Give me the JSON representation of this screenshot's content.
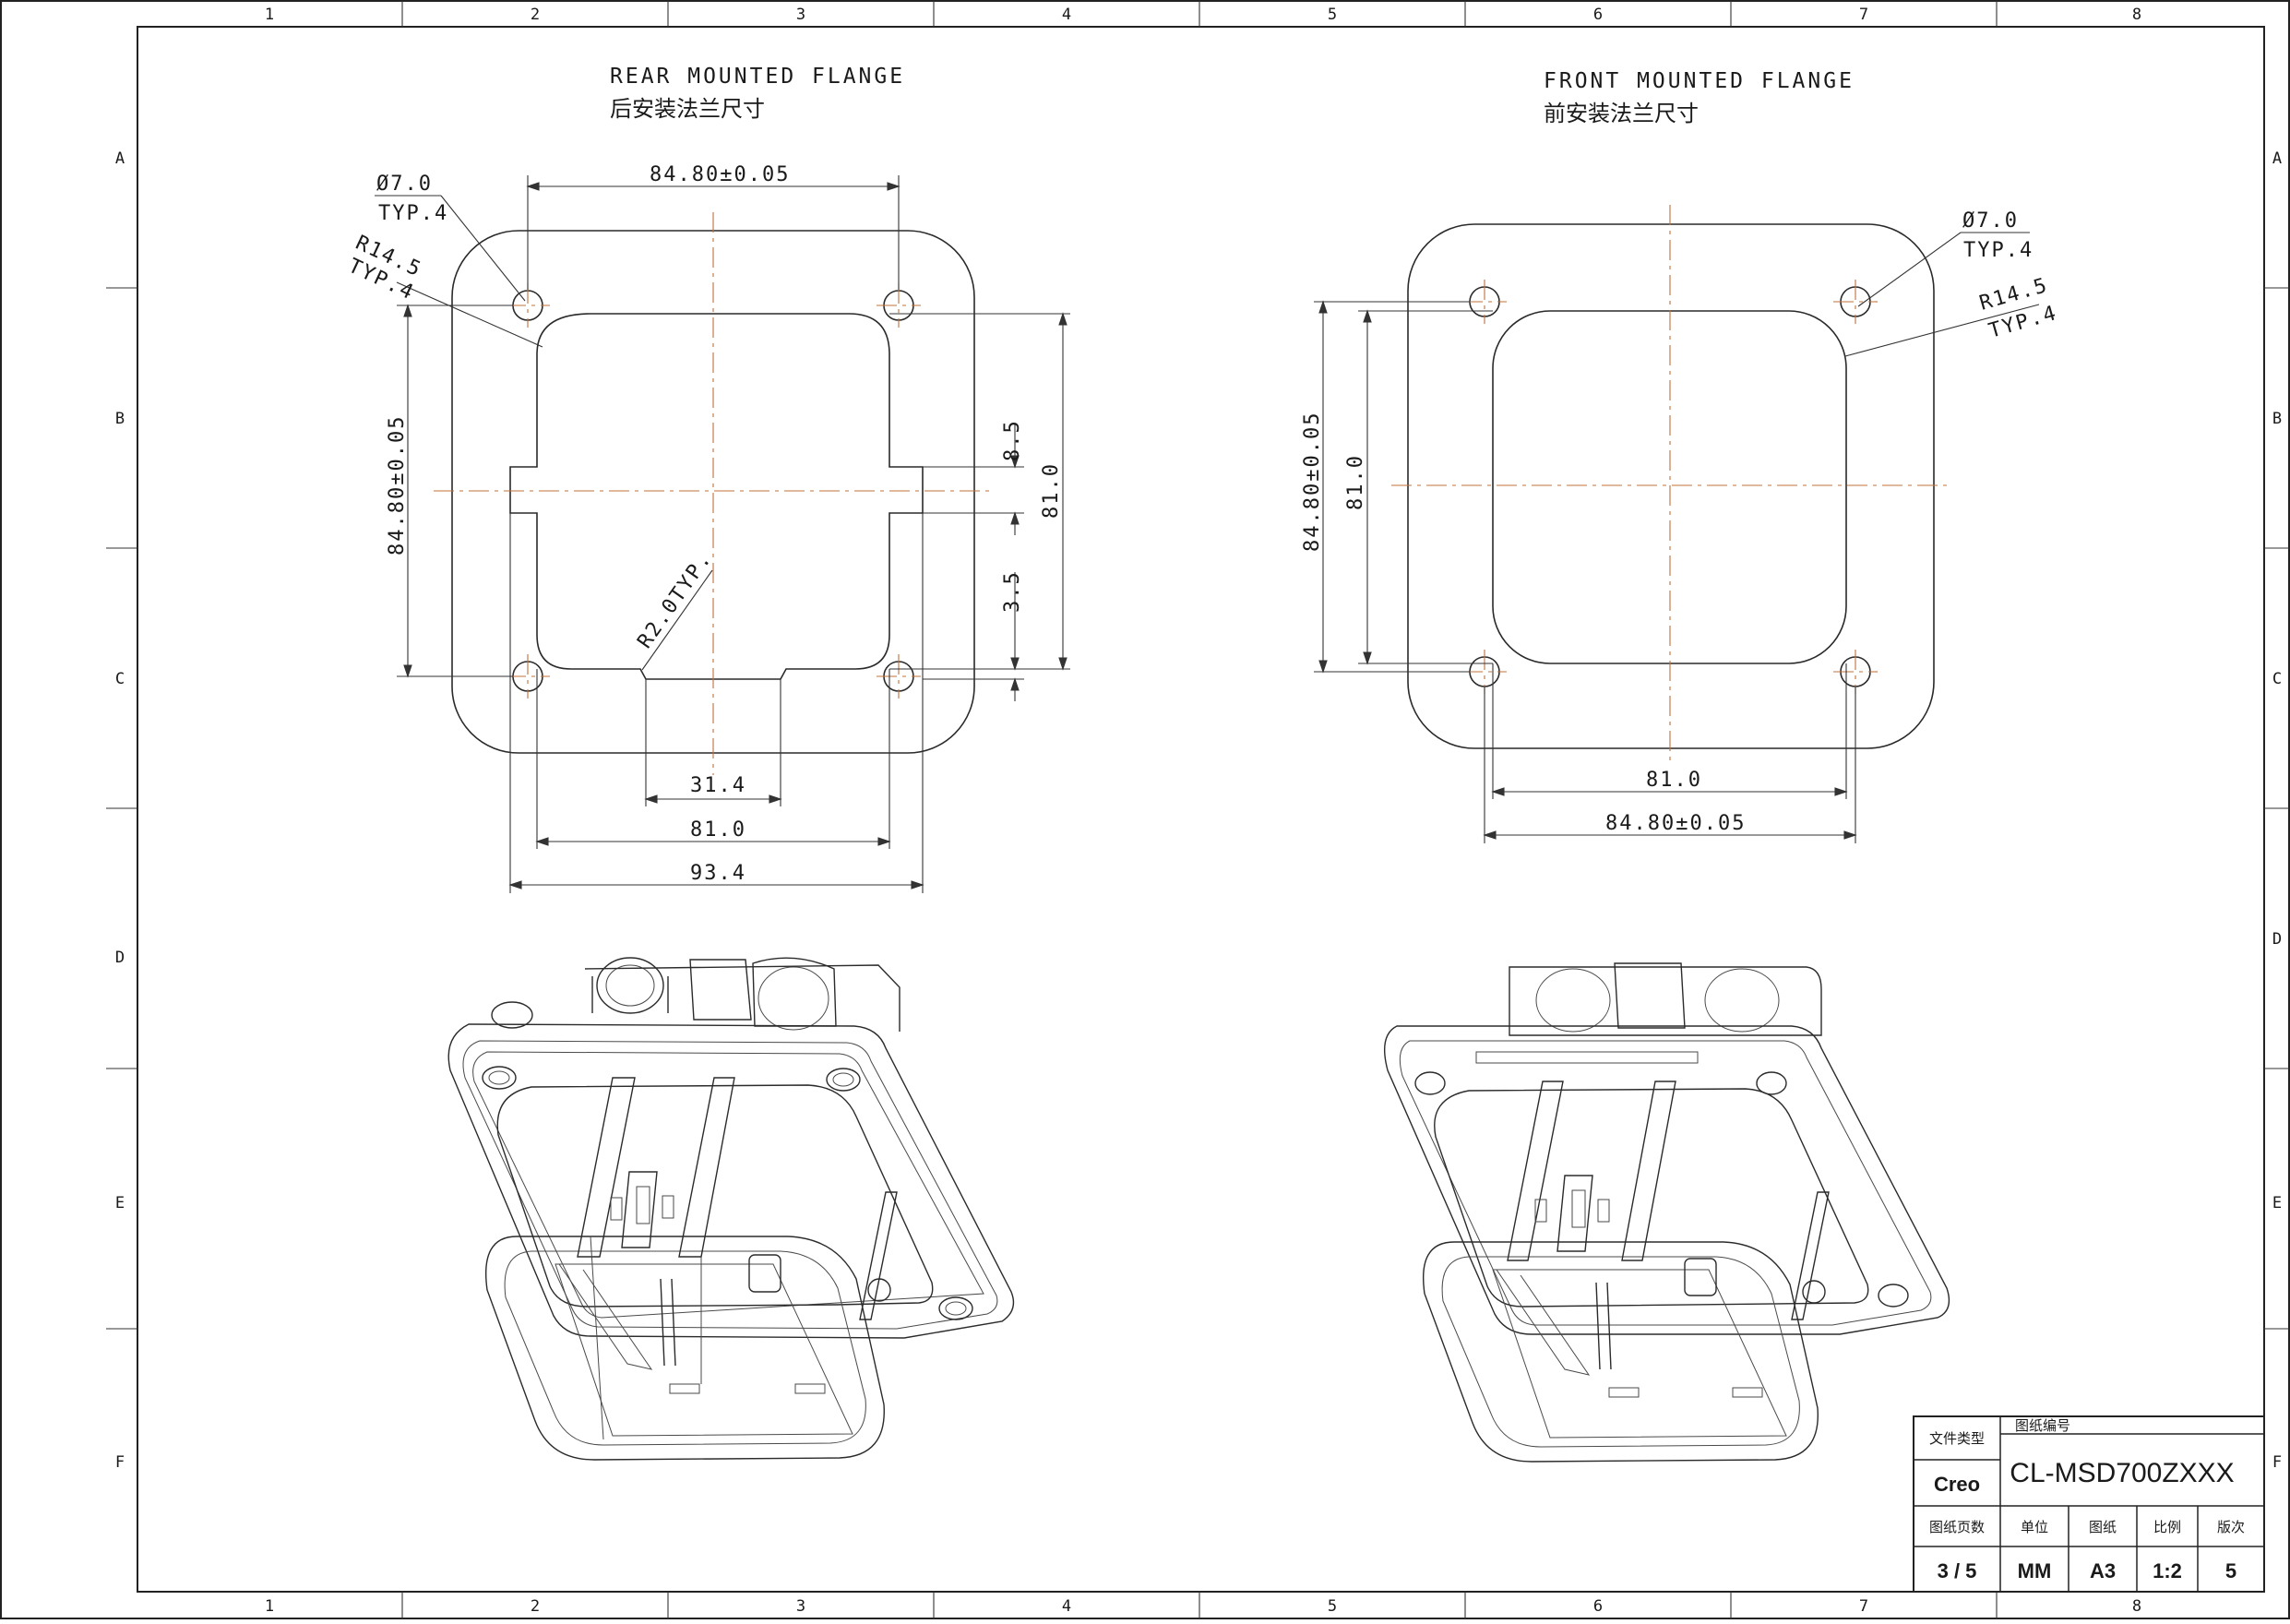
{
  "sheet": {
    "col_labels": [
      "1",
      "2",
      "3",
      "4",
      "5",
      "6",
      "7",
      "8"
    ],
    "row_labels": [
      "A",
      "B",
      "C",
      "D",
      "E",
      "F"
    ]
  },
  "rear_view": {
    "title_en": "REAR MOUNTED FLANGE",
    "title_cn": "后安装法兰尺寸",
    "dims": {
      "hole_pitch_h": "84.80±0.05",
      "hole_pitch_v": "84.80±0.05",
      "hole_dia": "Ø7.0",
      "hole_typ": "TYP.4",
      "corner_r": "R14.5",
      "corner_typ": "TYP.4",
      "notch_r": "R2.0TYP.",
      "slot_w": "8.5",
      "opening_h": "81.0",
      "gap": "3.5",
      "notch_w": "31.4",
      "opening_w": "81.0",
      "overall_w": "93.4"
    }
  },
  "front_view": {
    "title_en": "FRONT MOUNTED FLANGE",
    "title_cn": "前安装法兰尺寸",
    "dims": {
      "hole_dia": "Ø7.0",
      "hole_typ": "TYP.4",
      "corner_r": "R14.5",
      "corner_typ": "TYP.4",
      "hole_pitch_v": "84.80±0.05",
      "opening_h": "81.0",
      "opening_w": "81.0",
      "hole_pitch_h": "84.80±0.05"
    }
  },
  "title_block": {
    "file_type_label": "文件类型",
    "file_type_value": "Creo",
    "drawing_no_label": "图纸编号",
    "drawing_no_value": "CL-MSD700ZXXX",
    "pages_label": "图纸页数",
    "pages_value": "3 / 5",
    "unit_label": "单位",
    "unit_value": "MM",
    "paper_label": "图纸",
    "paper_value": "A3",
    "scale_label": "比例",
    "scale_value": "1:2",
    "rev_label": "版次",
    "rev_value": "5"
  }
}
